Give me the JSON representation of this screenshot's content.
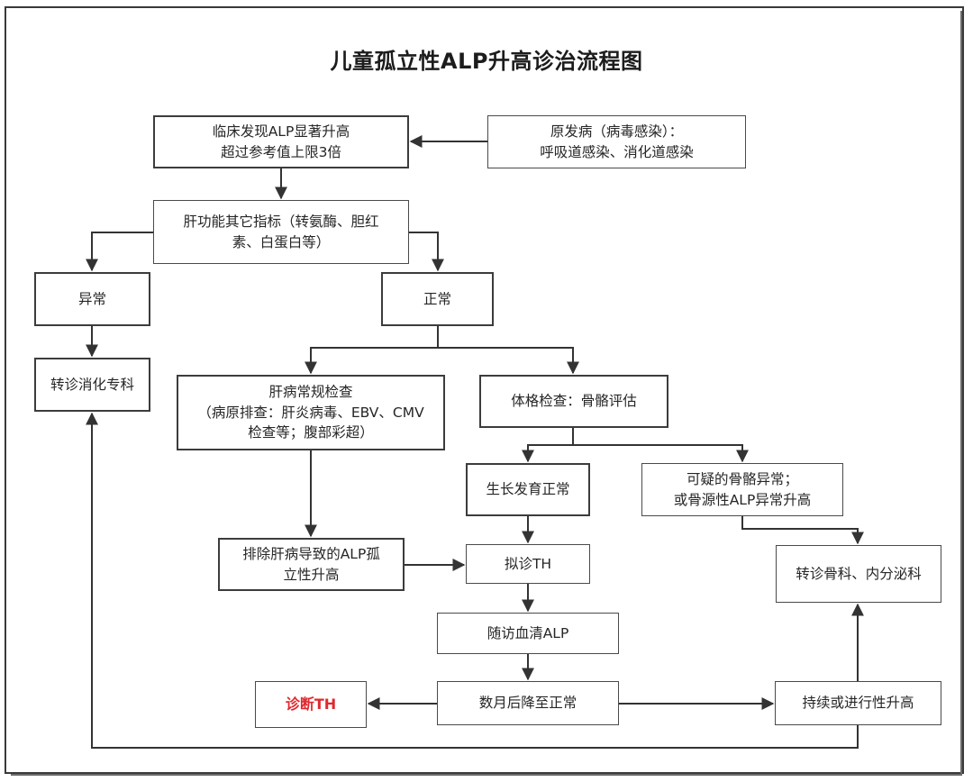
{
  "title": "儿童孤立性ALP升高诊治流程图",
  "nodes": {
    "clinical": "临床发现ALP显著升高\n超过参考值上限3倍",
    "primary_disease": "原发病（病毒感染）：\n呼吸道感染、消化道感染",
    "liver_function": "肝功能其它指标（转氨酶、胆红\n素、白蛋白等）",
    "abnormal": "异常",
    "normal": "正常",
    "refer_gi": "转诊消化专科",
    "liver_routine": "肝病常规检查\n（病原排查：肝炎病毒、EBV、CMV\n检查等；腹部彩超）",
    "physical_exam": "体格检查：骨骼评估",
    "growth_normal": "生长发育正常",
    "suspect_bone": "可疑的骨骼异常；\n或骨源性ALP异常升高",
    "exclude_liver": "排除肝病导致的ALP孤\n立性升高",
    "presumptive_th": "拟诊TH",
    "refer_ortho_endo": "转诊骨科、内分泌科",
    "followup_alp": "随访血清ALP",
    "diagnose_th": "诊断TH",
    "normalize": "数月后降至正常",
    "persistent": "持续或进行性升高"
  },
  "colors": {
    "border": "#3c3c3c",
    "arrow": "#333333",
    "highlight_text": "#e0282e"
  }
}
